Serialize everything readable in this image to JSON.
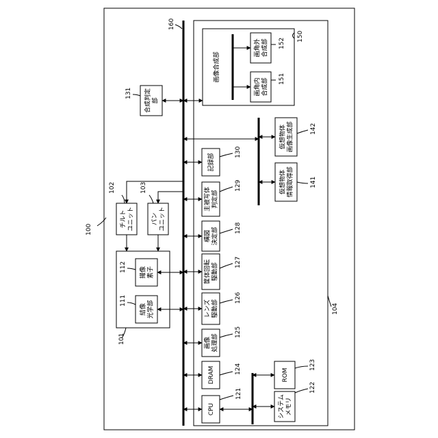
{
  "numerals": {
    "n100": "100",
    "n101": "101",
    "n102": "102",
    "n103": "103",
    "n104": "104",
    "n111": "111",
    "n112": "112",
    "n121": "121",
    "n122": "122",
    "n123": "123",
    "n124": "124",
    "n125": "125",
    "n126": "126",
    "n127": "127",
    "n128": "128",
    "n129": "129",
    "n130": "130",
    "n131": "131",
    "n141": "141",
    "n142": "142",
    "n150": "150",
    "n151": "151",
    "n152": "152",
    "n160": "160"
  },
  "blocks": {
    "cpu": [
      "CPU"
    ],
    "dram": [
      "DRAM"
    ],
    "image_processing": [
      "画像",
      "処理部"
    ],
    "lens_drive": [
      "レンズ",
      "駆動部"
    ],
    "rotation_drive": [
      "筐体回転",
      "駆動部"
    ],
    "composition": [
      "構図",
      "決定部"
    ],
    "main_subject": [
      "主被写体",
      "判定部"
    ],
    "recording": [
      "記録部"
    ],
    "system_memory": [
      "システム",
      "メモリ"
    ],
    "rom": [
      "ROM"
    ],
    "virtual_info": [
      "仮想物体",
      "情報取得部"
    ],
    "virtual_image": [
      "仮想物体",
      "画像生成部"
    ],
    "image_synthesis": [
      "画像合成部"
    ],
    "in_angle": [
      "画角内",
      "合成部"
    ],
    "out_angle": [
      "画角外",
      "合成部"
    ],
    "synthesis_judge": [
      "合成判定",
      "部"
    ],
    "imaging_optics": [
      "結像",
      "光学部"
    ],
    "imaging_element": [
      "撮像",
      "素子"
    ],
    "tilt_unit": [
      "チルト",
      "ユニット"
    ],
    "pan_unit": [
      "パン",
      "ユニット"
    ]
  }
}
